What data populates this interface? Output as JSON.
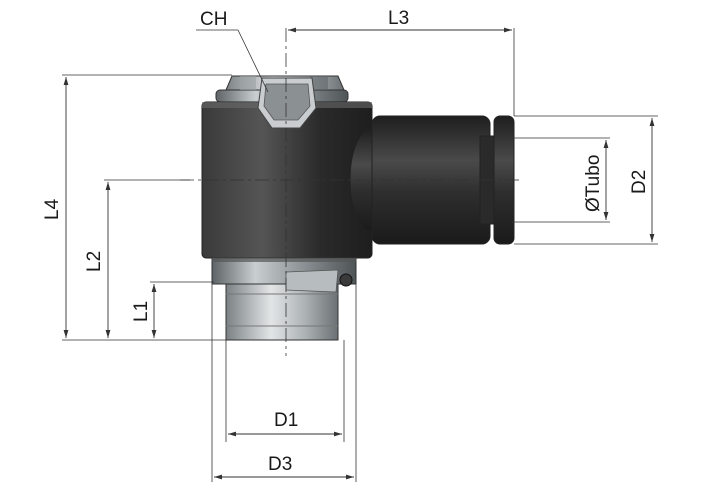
{
  "labels": {
    "ch": "CH",
    "l3": "L3",
    "l4": "L4",
    "l2": "L2",
    "l1": "L1",
    "d1": "D1",
    "d3": "D3",
    "d2": "D2",
    "tube_diameter": "ØTubo"
  },
  "colors": {
    "body_dark": "#2b2b2b",
    "metal": "#8a8f92",
    "line": "#333333"
  }
}
